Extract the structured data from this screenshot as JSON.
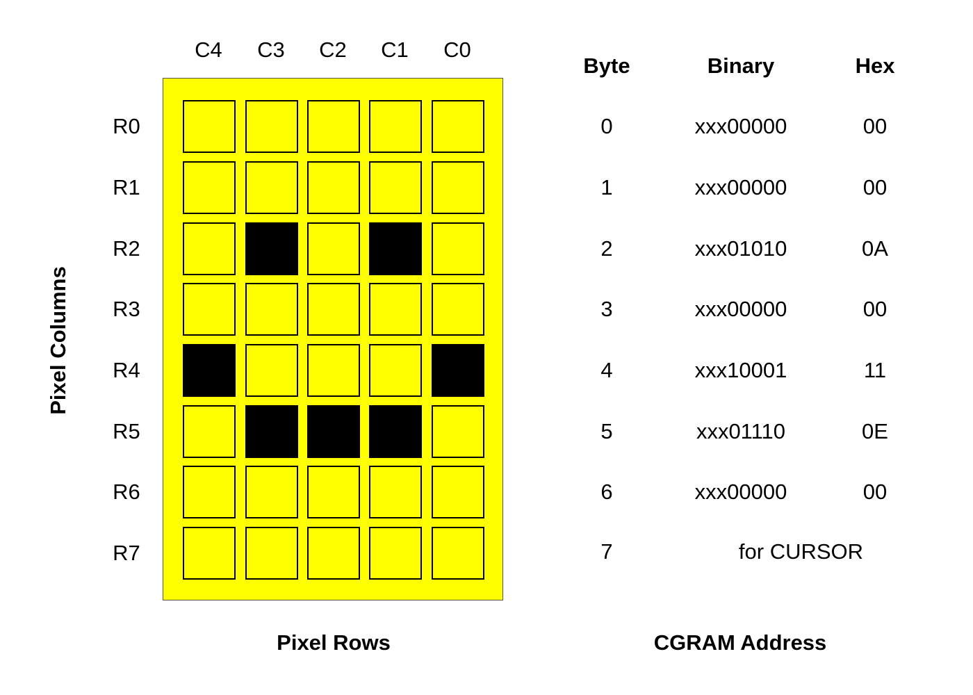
{
  "column_headers": [
    "C4",
    "C3",
    "C2",
    "C1",
    "C0"
  ],
  "row_labels": [
    "R0",
    "R1",
    "R2",
    "R3",
    "R4",
    "R5",
    "R6",
    "R7"
  ],
  "pixel_grid": [
    [
      0,
      0,
      0,
      0,
      0
    ],
    [
      0,
      0,
      0,
      0,
      0
    ],
    [
      0,
      1,
      0,
      1,
      0
    ],
    [
      0,
      0,
      0,
      0,
      0
    ],
    [
      1,
      0,
      0,
      0,
      1
    ],
    [
      0,
      1,
      1,
      1,
      0
    ],
    [
      0,
      0,
      0,
      0,
      0
    ],
    [
      0,
      0,
      0,
      0,
      0
    ]
  ],
  "colors": {
    "pixel_off": "#ffff00",
    "pixel_on": "#000000",
    "border": "#000000"
  },
  "axis_labels": {
    "vertical": "Pixel Columns",
    "bottom_left": "Pixel Rows",
    "bottom_right": "CGRAM Address"
  },
  "table": {
    "headers": {
      "byte": "Byte",
      "binary": "Binary",
      "hex": "Hex"
    },
    "rows": [
      {
        "byte": "0",
        "binary": "xxx00000",
        "hex": "00"
      },
      {
        "byte": "1",
        "binary": "xxx00000",
        "hex": "00"
      },
      {
        "byte": "2",
        "binary": "xxx01010",
        "hex": "0A"
      },
      {
        "byte": "3",
        "binary": "xxx00000",
        "hex": "00"
      },
      {
        "byte": "4",
        "binary": "xxx10001",
        "hex": "11"
      },
      {
        "byte": "5",
        "binary": "xxx01110",
        "hex": "0E"
      },
      {
        "byte": "6",
        "binary": "xxx00000",
        "hex": "00"
      }
    ],
    "last_row": {
      "byte": "7",
      "note": "for CURSOR"
    }
  }
}
